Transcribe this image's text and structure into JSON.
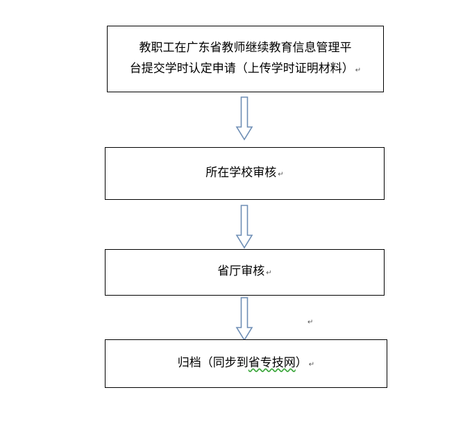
{
  "steps": [
    {
      "line1": "教职工在广东省教师继续教育信息管理平",
      "line2": "台提交学时认定申请（上传学时证明材料）"
    },
    {
      "text": "所在学校审核"
    },
    {
      "text": "省厅审核"
    },
    {
      "prefix": "归档（同步到",
      "squiggle": "省专技网",
      "suffix": "）"
    }
  ],
  "return_mark": "↵",
  "colors": {
    "arrow_stroke": "#6e8eb5",
    "arrow_fill": "#ffffff",
    "box_border": "#000000",
    "squiggle": "#3ba63b"
  }
}
